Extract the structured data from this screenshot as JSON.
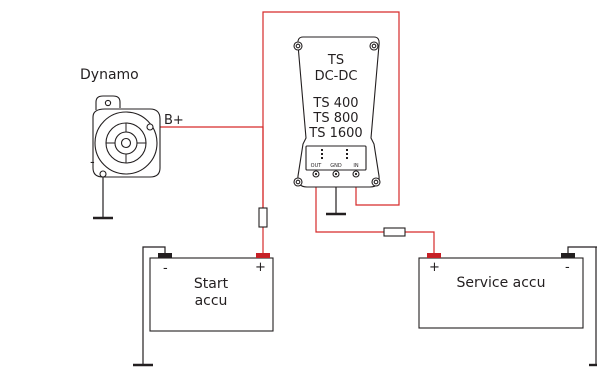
{
  "dynamo": {
    "title": "Dynamo",
    "terminal_plus": "B+",
    "terminal_minus": "-"
  },
  "converter": {
    "name": "TS",
    "type": "DC-DC",
    "models": [
      "TS 400",
      "TS 800",
      "TS 1600"
    ],
    "terminals": [
      "OUT",
      "GND",
      "IN"
    ]
  },
  "start_battery": {
    "label_line1": "Start",
    "label_line2": "accu",
    "minus": "-",
    "plus": "+"
  },
  "service_battery": {
    "label": "Service accu",
    "plus": "+",
    "minus": "-"
  },
  "colors": {
    "positive_wire": "#d62a2a",
    "negative_wire": "#231f20",
    "outline": "#231f20",
    "terminal_red": "#c62026",
    "terminal_black": "#231f20"
  }
}
